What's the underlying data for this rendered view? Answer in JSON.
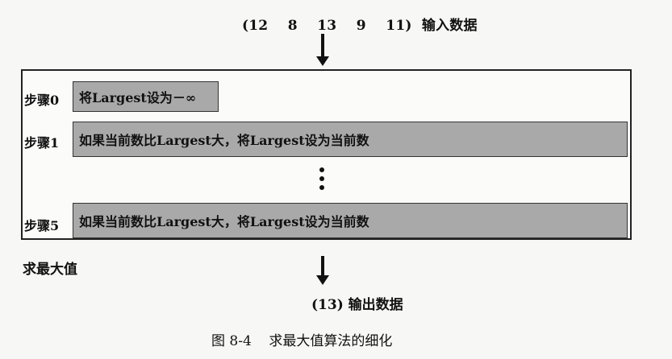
{
  "input": {
    "label": "(12    8    13    9    11)  输入数据"
  },
  "steps": [
    {
      "label": "步骤0",
      "text": "将Largest设为－∞"
    },
    {
      "label": "步骤1",
      "text": "如果当前数比Largest大，将Largest设为当前数"
    },
    {
      "label": "步骤5",
      "text": "如果当前数比Largest大，将Largest设为当前数"
    }
  ],
  "frame_caption": "求最大值",
  "output": {
    "label": "(13) 输出数据"
  },
  "figure_caption": "图 8-4    求最大值算法的细化"
}
